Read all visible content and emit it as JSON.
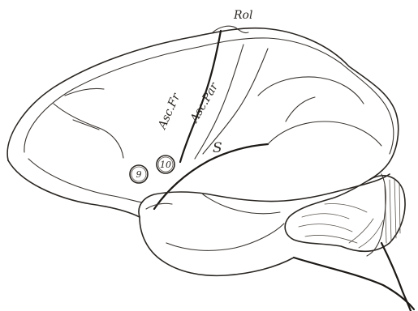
{
  "labels": {
    "rolandic": "Rol",
    "ascending_frontal": "Asc.Fr",
    "ascending_parietal": "Asc.Par",
    "sylvian": "S"
  },
  "areas": [
    {
      "number": "9"
    },
    {
      "number": "10"
    }
  ]
}
